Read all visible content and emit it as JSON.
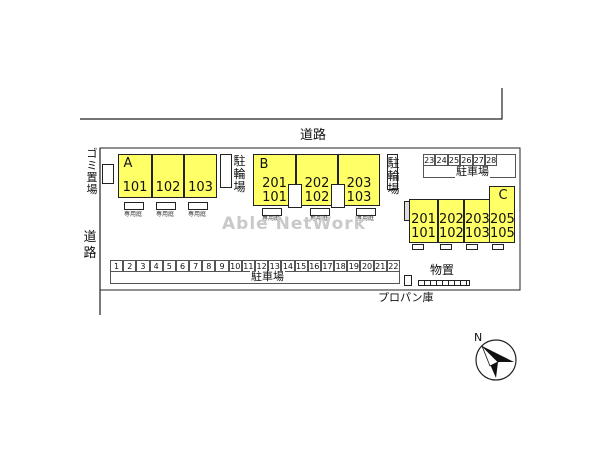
{
  "labels": {
    "road_top": "道路",
    "road_left": "道路",
    "trash": "ゴミ置場",
    "bike_parking_left": "駐輪場",
    "bike_parking_right": "駐輪場",
    "parking_right": "駐車場",
    "parking_bottom": "駐車場",
    "storage": "物置",
    "propane": "プロパン庫"
  },
  "buildings": [
    {
      "letter": "A",
      "units": [
        [
          "101"
        ],
        [
          "102"
        ],
        [
          "103"
        ]
      ]
    },
    {
      "letter": "B",
      "units": [
        [
          "201",
          "101"
        ],
        [
          "202",
          "102"
        ],
        [
          "203",
          "103"
        ]
      ]
    },
    {
      "letter": "C",
      "units": [
        [
          "201",
          "101"
        ],
        [
          "202",
          "102"
        ],
        [
          "203",
          "103"
        ],
        [
          "205",
          "105"
        ]
      ]
    }
  ],
  "private_garden_label": "専用庭",
  "parking_right_stalls": [
    "23",
    "24",
    "25",
    "26",
    "27",
    "28"
  ],
  "parking_bottom_stalls": [
    "1",
    "2",
    "3",
    "4",
    "5",
    "6",
    "7",
    "8",
    "9",
    "10",
    "11",
    "12",
    "13",
    "14",
    "15",
    "16",
    "17",
    "18",
    "19",
    "20",
    "21",
    "22"
  ],
  "compass": {
    "label": "N"
  },
  "watermark": "Able NetWork",
  "colors": {
    "unit_fill": "#ffff66",
    "line": "#222222"
  }
}
